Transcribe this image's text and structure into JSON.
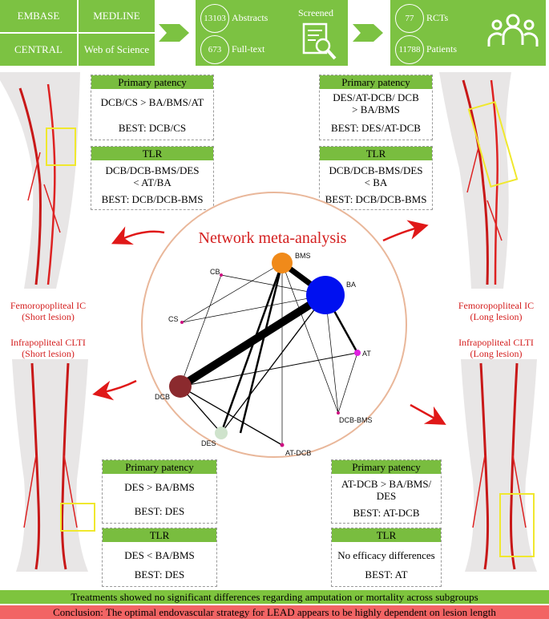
{
  "databases": [
    "EMBASE",
    "MEDLINE",
    "CENTRAL",
    "Web of Science"
  ],
  "screening": {
    "abstracts_count": "13103",
    "abstracts_label": "Abstracts",
    "fulltext_count": "673",
    "fulltext_label": "Full-text",
    "screened_label": "Screened"
  },
  "included": {
    "rcts_count": "77",
    "rcts_label": "RCTs",
    "patients_count": "11788",
    "patients_label": "Patients"
  },
  "center": {
    "title": "Network meta-analysis",
    "nodes": [
      "BMS",
      "CB",
      "BA",
      "CS",
      "AT",
      "DCB",
      "DCB-BMS",
      "DES",
      "AT-DCB"
    ]
  },
  "panels": {
    "tl": {
      "patency_header": "Primary patency",
      "patency_text": "DCB/CS > BA/BMS/AT",
      "patency_best": "BEST: DCB/CS",
      "tlr_header": "TLR",
      "tlr_text_1": "DCB/DCB-BMS/DES",
      "tlr_text_2": "< AT/BA",
      "tlr_best": "BEST: DCB/DCB-BMS"
    },
    "tr": {
      "patency_header": "Primary patency",
      "patency_text_1": "DES/AT-DCB/ DCB",
      "patency_text_2": "> BA/BMS",
      "patency_best": "BEST: DES/AT-DCB",
      "tlr_header": "TLR",
      "tlr_text_1": "DCB/DCB-BMS/DES",
      "tlr_text_2": "< BA",
      "tlr_best": "BEST: DCB/DCB-BMS"
    },
    "bl": {
      "patency_header": "Primary patency",
      "patency_text": "DES > BA/BMS",
      "patency_best": "BEST: DES",
      "tlr_header": "TLR",
      "tlr_text": "DES < BA/BMS",
      "tlr_best": "BEST: DES"
    },
    "br": {
      "patency_header": "Primary patency",
      "patency_text_1": "AT-DCB > BA/BMS/",
      "patency_text_2": "DES",
      "patency_best": "BEST: AT-DCB",
      "tlr_header": "TLR",
      "tlr_text": "No efficacy differences",
      "tlr_best": "BEST: AT"
    }
  },
  "captions": {
    "tl_1": "Femoropopliteal IC",
    "tl_2": "(Short lesion)",
    "tr_1": "Femoropopliteal IC",
    "tr_2": "(Long lesion)",
    "bl_1": "Infrapopliteal CLTI",
    "bl_2": "(Short lesion)",
    "br_1": "Infrapopliteal CLTI",
    "br_2": "(Long lesion)"
  },
  "banners": {
    "green": "Treatments showed no significant differences regarding amputation or mortality across subgroups",
    "red": "Conclusion: The optimal endovascular strategy for LEAD appears to be highly dependent on lesion length"
  },
  "colors": {
    "green": "#7cc242",
    "header_green": "#79bd3f",
    "red_text": "#d41f1f",
    "red_banner": "#f26464",
    "green_banner": "#7ec43e",
    "node_BMS": "#f08a1a",
    "node_BA": "#0010f0",
    "node_DCB": "#8b2a2e",
    "node_DES": "#cfe3cc",
    "node_small": "#cc1080"
  },
  "icons": [
    "arrow-chevron-icon",
    "document-search-icon",
    "people-group-icon",
    "curved-arrow-icon",
    "leg-anatomy-icon"
  ]
}
